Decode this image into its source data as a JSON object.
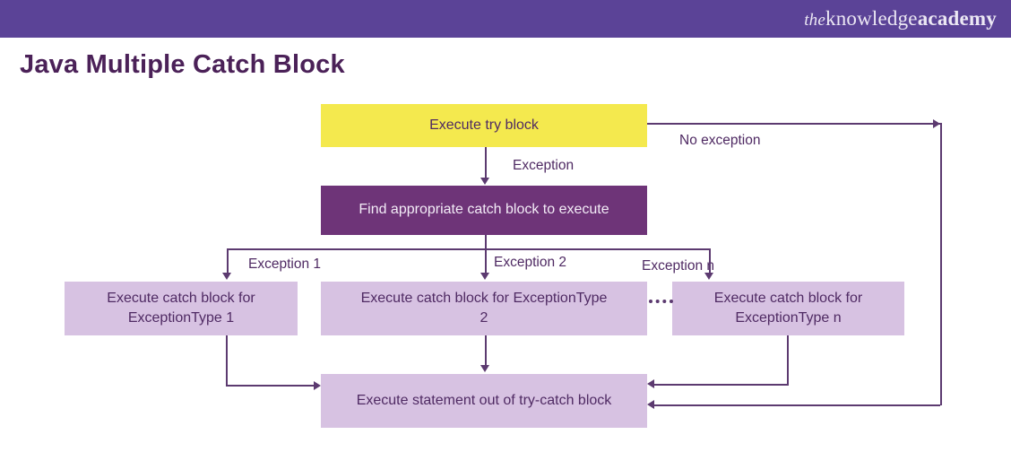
{
  "header": {
    "logo": {
      "the": "the",
      "knowledge": "knowledge",
      "academy": "academy"
    }
  },
  "title": "Java Multiple Catch Block",
  "flowchart": {
    "nodes": {
      "try": "Execute try block",
      "find": "Find appropriate catch block to execute",
      "catch1": "Execute catch block for ExceptionType 1",
      "catch2": "Execute catch block for ExceptionType 2",
      "catchn": "Execute catch block for ExceptionType n",
      "out": "Execute statement out of try-catch block"
    },
    "edge_labels": {
      "exception": "Exception",
      "no_exception": "No exception",
      "exception1": "Exception 1",
      "exception2": "Exception 2",
      "exceptionn": "Exception n"
    }
  },
  "colors": {
    "header-bg": "#5b4397",
    "logo-text": "#ece8f4",
    "title": "#4b2158",
    "node-yellow": "#f4e94e",
    "node-purple": "#6e3478",
    "node-light": "#d7c2e2",
    "text-dark": "#4f2a63",
    "text-light": "#f3ecf7",
    "line": "#5c3a70"
  }
}
